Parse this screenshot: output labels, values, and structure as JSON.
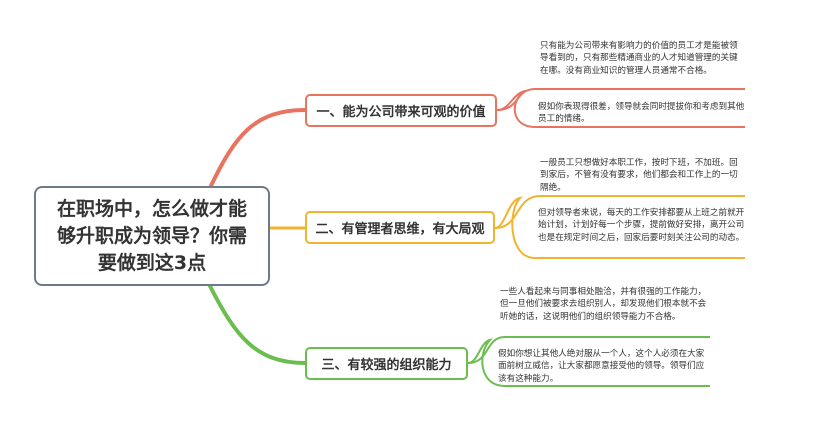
{
  "root": {
    "title": "在职场中，怎么做才能够升职成为领导？你需要做到这3点"
  },
  "colors": {
    "branch1": "#e8735f",
    "branch2": "#f2b32f",
    "branch3": "#6cbd4f",
    "root_border": "#6c7a89"
  },
  "branches": [
    {
      "label": "一、能为公司带来可观的价值",
      "leaves": [
        "只有能为公司带来有影响力的价值的员工才是能被领导看到的，只有那些精通商业的人才知道管理的关键在哪。没有商业知识的管理人员通常不合格。",
        "假如你表现得很差，领导就会同时提拔你和考虑到其他员工的情绪。"
      ]
    },
    {
      "label": "二、有管理者思维，有大局观",
      "leaves": [
        "一般员工只想做好本职工作，按时下班，不加班。回到家后，不管有没有要求，他们都会和工作上的一切隔绝。",
        "但对领导者来说，每天的工作安排都要从上班之前就开始计划，计划好每一个步骤，提前做好安排，离开公司也是在规定时间之后，回家后要时刻关注公司的动态。"
      ]
    },
    {
      "label": "三、有较强的组织能力",
      "leaves": [
        "一些人看起来与同事相处融洽，并有很强的工作能力，但一旦他们被要求去组织别人，却发现他们根本就不会听她的话，这说明他们的组织领导能力不合格。",
        "假如你想让其他人绝对服从一个人，这个人必须在大家面前树立威信，让大家都愿意接受他的领导。领导们应该有这种能力。"
      ]
    }
  ]
}
